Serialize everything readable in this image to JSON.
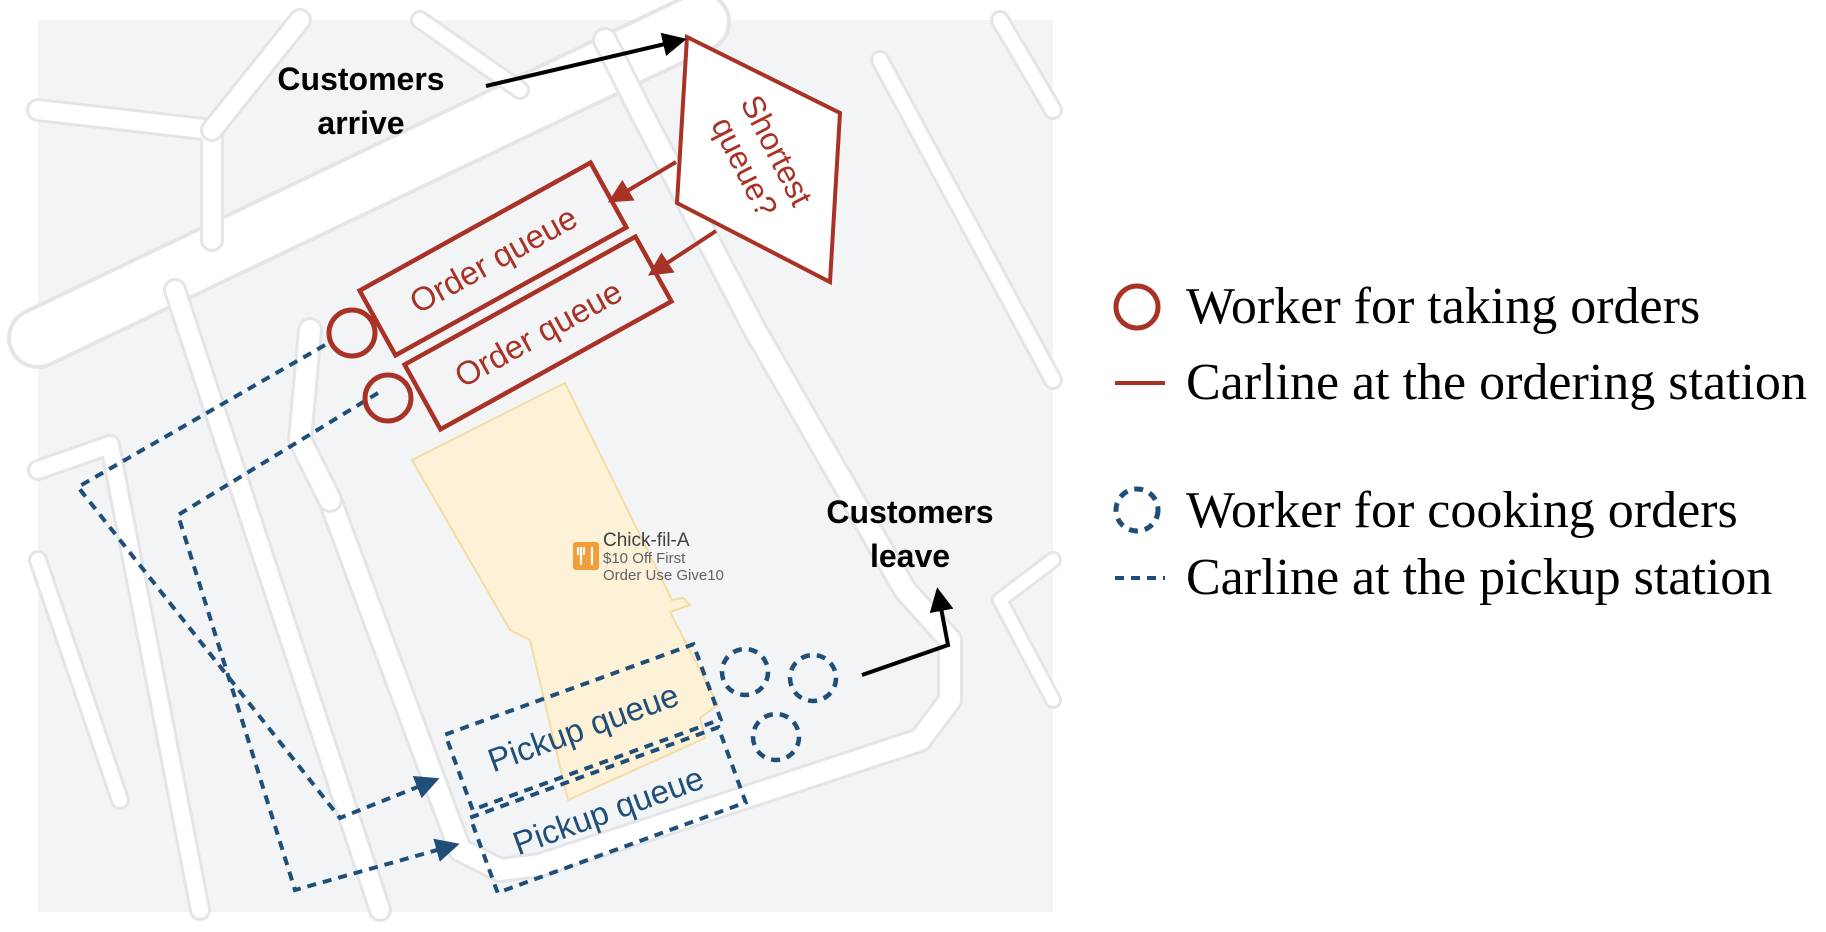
{
  "labels": {
    "customers_arrive_line1": "Customers",
    "customers_arrive_line2": "arrive",
    "customers_leave_line1": "Customers",
    "customers_leave_line2": "leave",
    "shortest_line1": "Shortest",
    "shortest_line2": "queue?",
    "order_queue_1": "Order queue",
    "order_queue_2": "Order queue",
    "pickup_queue_1": "Pickup queue",
    "pickup_queue_2": "Pickup queue"
  },
  "map_poi": {
    "name": "Chick-fil-A",
    "promo_line1": "$10 Off First",
    "promo_line2": "Order Use Give10",
    "icon": "restaurant-icon"
  },
  "legend": [
    {
      "marker": "red-circle",
      "label": "Worker for taking orders"
    },
    {
      "marker": "red-solid-line",
      "label": "Carline at the ordering station"
    },
    {
      "marker": "blue-dashed-circle",
      "label": "Worker for cooking orders"
    },
    {
      "marker": "blue-dashed-line",
      "label": "Carline at the pickup station"
    }
  ],
  "colors": {
    "order": "#a93226",
    "pickup": "#1f4e79",
    "map_bg": "#f3f4f6",
    "road": "#ffffff",
    "building": "#fdf1d8",
    "poi_icon": "#f29d38"
  }
}
